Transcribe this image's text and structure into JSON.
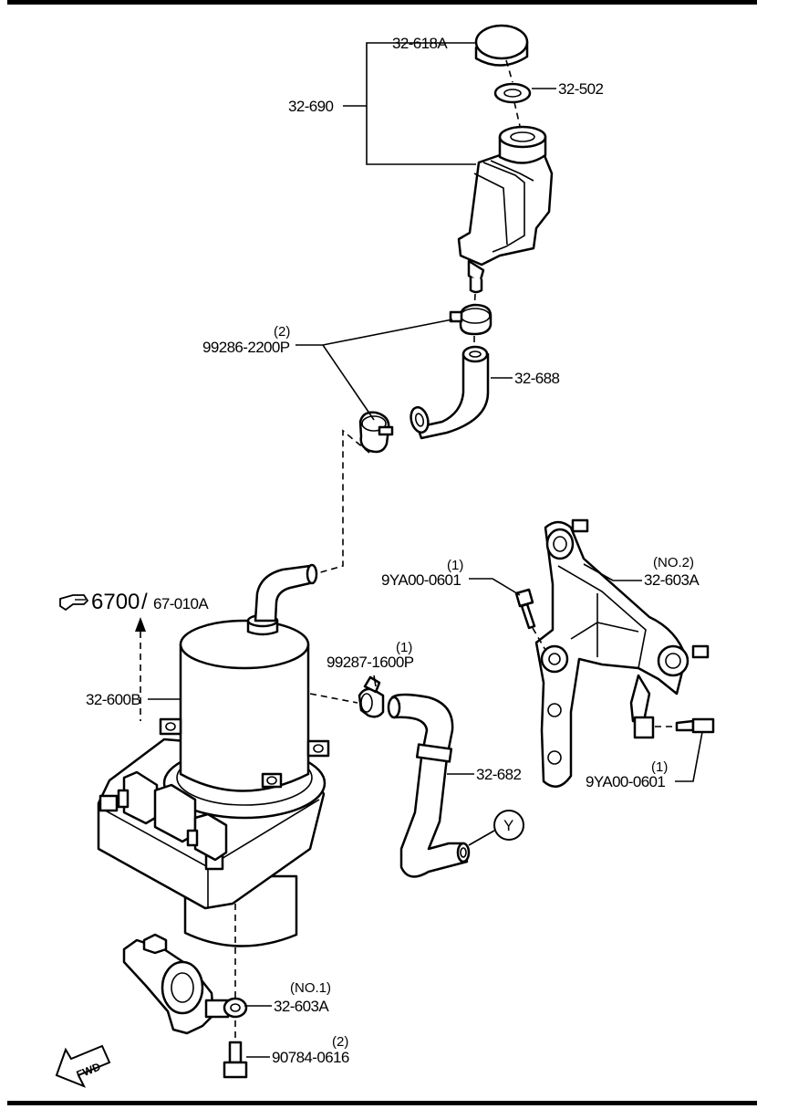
{
  "labels": {
    "cap": "32-618A",
    "seal": "32-502",
    "tank_assembly": "32-690",
    "clip_qty": "(2)",
    "clip": "99286-2200P",
    "upper_hose": "32-688",
    "ref_page": "6700",
    "ref_sep": "/",
    "ref_group": "67-010A",
    "pump": "32-600B",
    "clamp_qty": "(1)",
    "clamp": "99287-1600P",
    "return_hose": "32-682",
    "connector_mark": "Y",
    "bolt_top_qty": "(1)",
    "bolt_top": "9YA00-0601",
    "bracket2_no": "(NO.2)",
    "bracket2": "32-603A",
    "bolt_right_qty": "(1)",
    "bolt_right": "9YA00-0601",
    "bracket1_no": "(NO.1)",
    "bracket1": "32-603A",
    "bolt_bottom_qty": "(2)",
    "bolt_bottom": "90784-0616",
    "fwd": "FWD"
  }
}
